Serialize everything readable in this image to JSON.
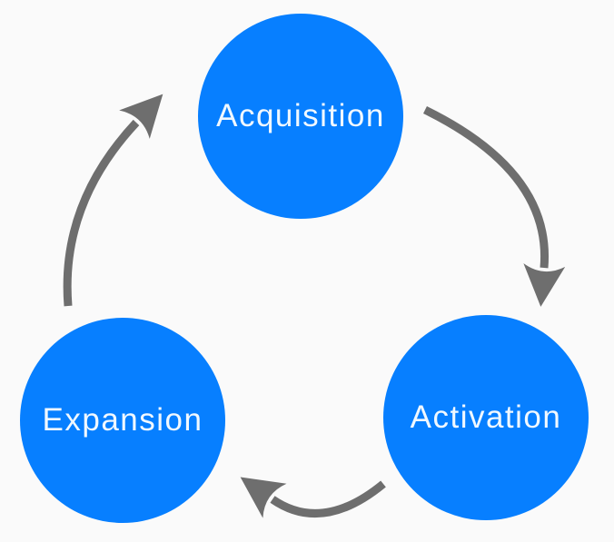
{
  "diagram": {
    "type": "cycle",
    "direction": "clockwise",
    "colors": {
      "background": "#fafafa",
      "node_fill": "#077fff",
      "node_text": "#f0f8ff",
      "arrow": "#6e6e6e"
    },
    "nodes": [
      {
        "id": "acquisition",
        "label": "Acquisition"
      },
      {
        "id": "activation",
        "label": "Activation"
      },
      {
        "id": "expansion",
        "label": "Expansion"
      }
    ],
    "edges": [
      {
        "from": "Acquisition",
        "to": "Activation"
      },
      {
        "from": "Activation",
        "to": "Expansion"
      },
      {
        "from": "Expansion",
        "to": "Acquisition"
      }
    ]
  }
}
